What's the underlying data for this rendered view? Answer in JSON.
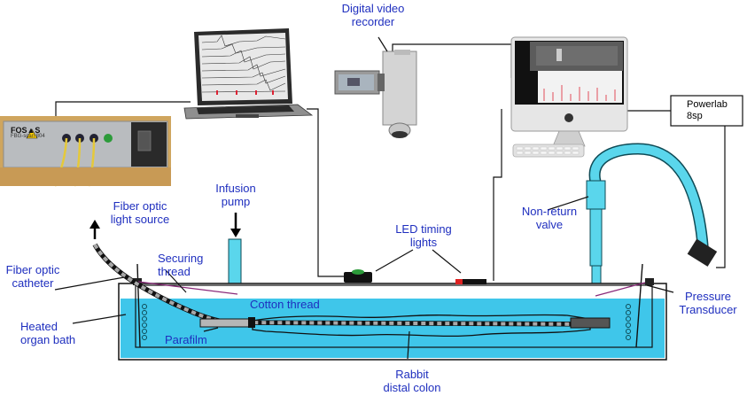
{
  "labels": {
    "fiber_light_1": "Fiber optic",
    "fiber_light_2": "light source",
    "fiber_cath_1": "Fiber optic",
    "fiber_cath_2": "catheter",
    "heated_1": "Heated",
    "heated_2": "organ bath",
    "securing_1": "Securing",
    "securing_2": "thread",
    "infusion_1": "Infusion",
    "infusion_2": "pump",
    "cotton": "Cotton thread",
    "parafilm": "Parafilm",
    "led_1": "LED timing",
    "led_2": "lights",
    "nonreturn_1": "Non-return",
    "nonreturn_2": "valve",
    "pressure_1": "Pressure",
    "pressure_2": "Transducer",
    "rabbit_1": "Rabbit",
    "rabbit_2": "distal colon",
    "dvr_1": "Digital video",
    "dvr_2": "recorder",
    "powerlab_1": "Powerlab",
    "powerlab_2": "8sp",
    "fos_brand": "FOS▲S",
    "fos_model": "FBG-scan 804"
  },
  "colors": {
    "bath_water": "#3fc6ea",
    "label_blue": "#1f2fbf",
    "tube_cyan": "#5ad6ec",
    "securing_thread": "#8a2a7a"
  }
}
